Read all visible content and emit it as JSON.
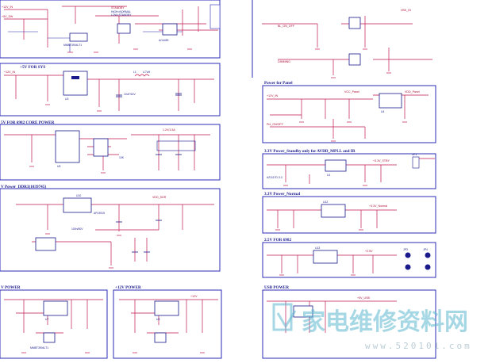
{
  "sections": [
    {
      "id": "sys5v",
      "title": "+5V FOR SYS"
    },
    {
      "id": "core",
      "title": "5V FOR 6982 CORE POWER"
    },
    {
      "id": "ddr3",
      "title": "V Power_DDR3(1039745)"
    },
    {
      "id": "v_power",
      "title": "V POWER"
    },
    {
      "id": "p12v",
      "title": "+12V POWER"
    },
    {
      "id": "panel",
      "title": "Power for Panel"
    },
    {
      "id": "stby",
      "title": "3.3V Power_Standby only for AVDD_MPLL and IR"
    },
    {
      "id": "normal",
      "title": "3.3V Power_Normal"
    },
    {
      "id": "p25v",
      "title": "2.5V FOR 6982"
    },
    {
      "id": "usb",
      "title": "USB POWER"
    }
  ],
  "nets": {
    "top_left_1": "+12V_IN",
    "top_left_2": "+5V_SW",
    "standby": "STANDBY",
    "standby_note1": "HIGH=NORMAL",
    "standby_note2": "LOW=STANDBY",
    "vdd_in": "+12V_IN",
    "panel_in": "+12V_IN",
    "vcc_panel": "VCC_Panel",
    "vdd_panel": "VDD_Panel",
    "p33_stby": "+3.3V_STBY",
    "p33_normal": "+3.3V_Normal",
    "p25": "+2.5V",
    "vdd_ddr": "VDD_DDR",
    "p5v_usb": "+5V_USB",
    "p12v": "+12V",
    "vbk": "VBK_IN",
    "bl_on": "BL_ON_OFF",
    "dim": "DIMMING",
    "panel_on": "Pnl_ON/OFF"
  },
  "parts": {
    "inductor_sys": "L1",
    "inductor_sys_val": "4.7uH",
    "ic_sys": "U3",
    "ic_core": "U5",
    "ic_ddr": "U10",
    "ic_ddr_part": "APL5915",
    "ic_vpower": "U7",
    "ic_12v": "U8",
    "ic_panel": "U4",
    "ic_stby": "U1",
    "ic_normal": "U12",
    "ic_25v": "U13",
    "ldo_part": "AZ1117D-3.3",
    "mosfet": "AO4459",
    "transistor": "MMBT3904LT1",
    "cap_100n": "100n/50V",
    "cap_10u": "10uF/16V",
    "res_10k": "10K",
    "core_current": "1.2V/1.5A",
    "connector": "XP1",
    "jp_label": "JP3",
    "jp2_label": "JP4"
  },
  "watermark": {
    "text": "家电维修资料网",
    "url": "www.520101.com"
  },
  "colors": {
    "border": "#2b2bb8",
    "wire": "#c01850",
    "component": "#1a1a8c",
    "watermark": "#5fb7cf"
  }
}
